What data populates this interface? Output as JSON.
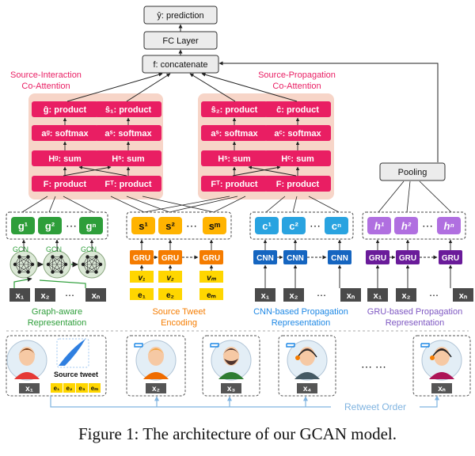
{
  "top": {
    "prediction": "ŷ: prediction",
    "fc_layer": "FC Layer",
    "concatenate": "f: concatenate"
  },
  "coattention": {
    "left_title_1": "Source-Interaction",
    "left_title_2": "Co-Attention",
    "right_title_1": "Source-Propagation",
    "right_title_2": "Co-Attention",
    "left_g": [
      "ĝ: product",
      "aᵍ: softmax",
      "Hᵍ: sum",
      "F: product"
    ],
    "left_s": [
      "ŝ₁: product",
      "aˢ: softmax",
      "Hˢ: sum",
      "Fᵀ: product"
    ],
    "right_s": [
      "ŝ₂: product",
      "aˢ: softmax",
      "Hˢ: sum",
      "Fᵀ: product"
    ],
    "right_c": [
      "ĉ: product",
      "aᶜ: softmax",
      "Hᶜ: sum",
      "F: product"
    ]
  },
  "pooling": "Pooling",
  "graph_branch": {
    "nodes": [
      "g¹",
      "g²",
      "⋯",
      "gⁿ"
    ],
    "gcn": [
      "GCN",
      "GCN",
      "GCN"
    ],
    "inputs": [
      "x₁",
      "x₂",
      "⋯",
      "xₙ"
    ],
    "label_1": "Graph-aware",
    "label_2": "Representation"
  },
  "source_branch": {
    "nodes": [
      "s¹",
      "s²",
      "⋯",
      "sᵐ"
    ],
    "gru": [
      "GRU",
      "GRU",
      "GRU"
    ],
    "v": [
      "v₁",
      "v₂",
      "vₘ"
    ],
    "e": [
      "e₁",
      "e₂",
      "eₘ"
    ],
    "label_1": "Source Tweet",
    "label_2": "Encoding"
  },
  "cnn_branch": {
    "nodes": [
      "c¹",
      "c²",
      "⋯",
      "cⁿ"
    ],
    "cnn": [
      "CNN",
      "CNN",
      "CNN"
    ],
    "inputs": [
      "x₁",
      "x₂",
      "⋯",
      "xₙ"
    ],
    "label_1": "CNN-based Propagation",
    "label_2": "Representation"
  },
  "gru_branch": {
    "nodes": [
      "h¹",
      "h²",
      "⋯",
      "hⁿ"
    ],
    "gru": [
      "GRU",
      "GRU",
      "GRU"
    ],
    "inputs": [
      "x₁",
      "x₂",
      "⋯",
      "xₙ"
    ],
    "label_1": "GRU-based Propagation",
    "label_2": "Representation"
  },
  "users": {
    "source_tweet_label": "Source tweet",
    "source_tokens": [
      "e₁",
      "e₂",
      "e₃",
      "eₘ"
    ],
    "x_labels": [
      "x₁",
      "x₂",
      "x₃",
      "x₄",
      "xₙ"
    ],
    "ellipsis": "⋯ ⋯",
    "retweet_order": "Retweet Order"
  },
  "caption": "Figure 1: The architecture of our GCAN model.",
  "colors": {
    "pink": "#e91e63",
    "green": "#2e9e3a",
    "orange": "#f57c00",
    "yellow": "#ffd600",
    "blue": "#1e88e5",
    "purple": "#7e57c2",
    "peach": "#f7d5c8"
  }
}
